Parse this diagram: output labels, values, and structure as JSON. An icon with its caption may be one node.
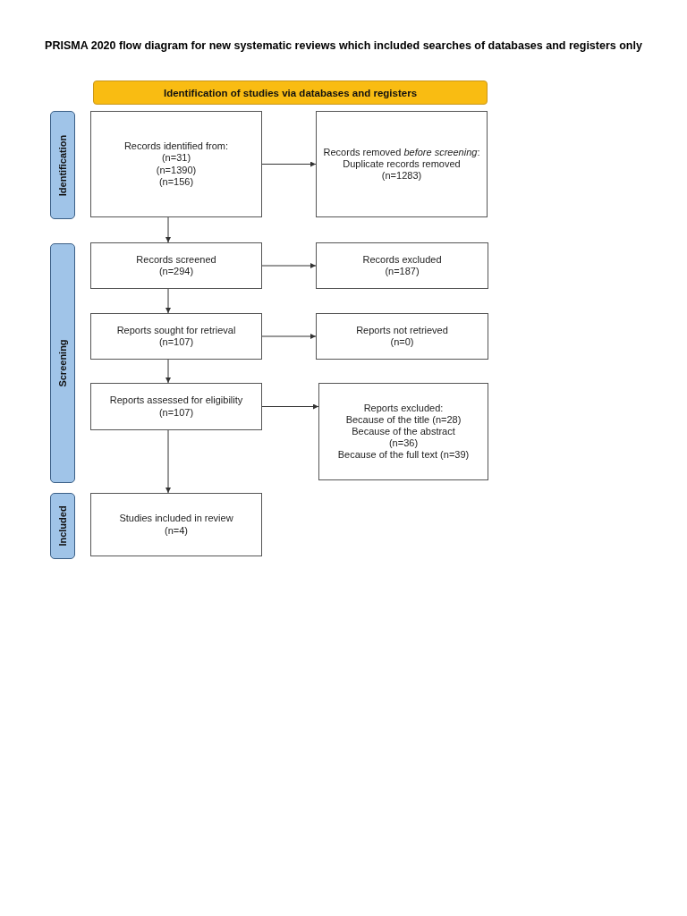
{
  "diagram": {
    "title": "PRISMA 2020 flow diagram for new systematic reviews which included searches of databases and registers only",
    "nodes": [
      {
        "text": [
          "Identification of studies via databases and registers"
        ]
      },
      {
        "text": [
          "Identification"
        ]
      },
      {
        "text": [
          "Screening"
        ]
      },
      {
        "text": [
          "Included"
        ]
      },
      {
        "text": [
          "Records identified from:",
          "(n=31)",
          "(n=1390)",
          "(n=156)"
        ]
      },
      {
        "text": [
          "Records removed *before screening*:",
          "Duplicate records removed",
          "(n=1283)"
        ]
      },
      {
        "text": [
          "Records screened",
          "(n=294)"
        ]
      },
      {
        "text": [
          "Records excluded",
          "(n=187)"
        ]
      },
      {
        "text": [
          "Reports sought for retrieval",
          "(n=107)"
        ]
      },
      {
        "text": [
          "Reports not retrieved",
          "(n=0)"
        ]
      },
      {
        "text": [
          "Reports assessed for eligibility",
          "(n=107)"
        ]
      },
      {
        "text": [
          "Reports excluded:",
          "Because of the title (n=28)",
          "Because of the abstract",
          "(n=36)",
          "Because of the full text (n=39)"
        ]
      },
      {
        "text": [
          "Studies included in review",
          "(n=4)"
        ]
      }
    ],
    "edges": [
      {
        "from": 4,
        "to": 5,
        "arrow": "to"
      },
      {
        "from": 4,
        "to": 6,
        "arrow": "to"
      },
      {
        "from": 6,
        "to": 7,
        "arrow": "to"
      },
      {
        "from": 6,
        "to": 8,
        "arrow": "to"
      },
      {
        "from": 8,
        "to": 9,
        "arrow": "to"
      },
      {
        "from": 8,
        "to": 10,
        "arrow": "to"
      },
      {
        "from": 10,
        "to": 11,
        "arrow": "to"
      },
      {
        "from": 10,
        "to": 12,
        "arrow": "to"
      }
    ]
  }
}
